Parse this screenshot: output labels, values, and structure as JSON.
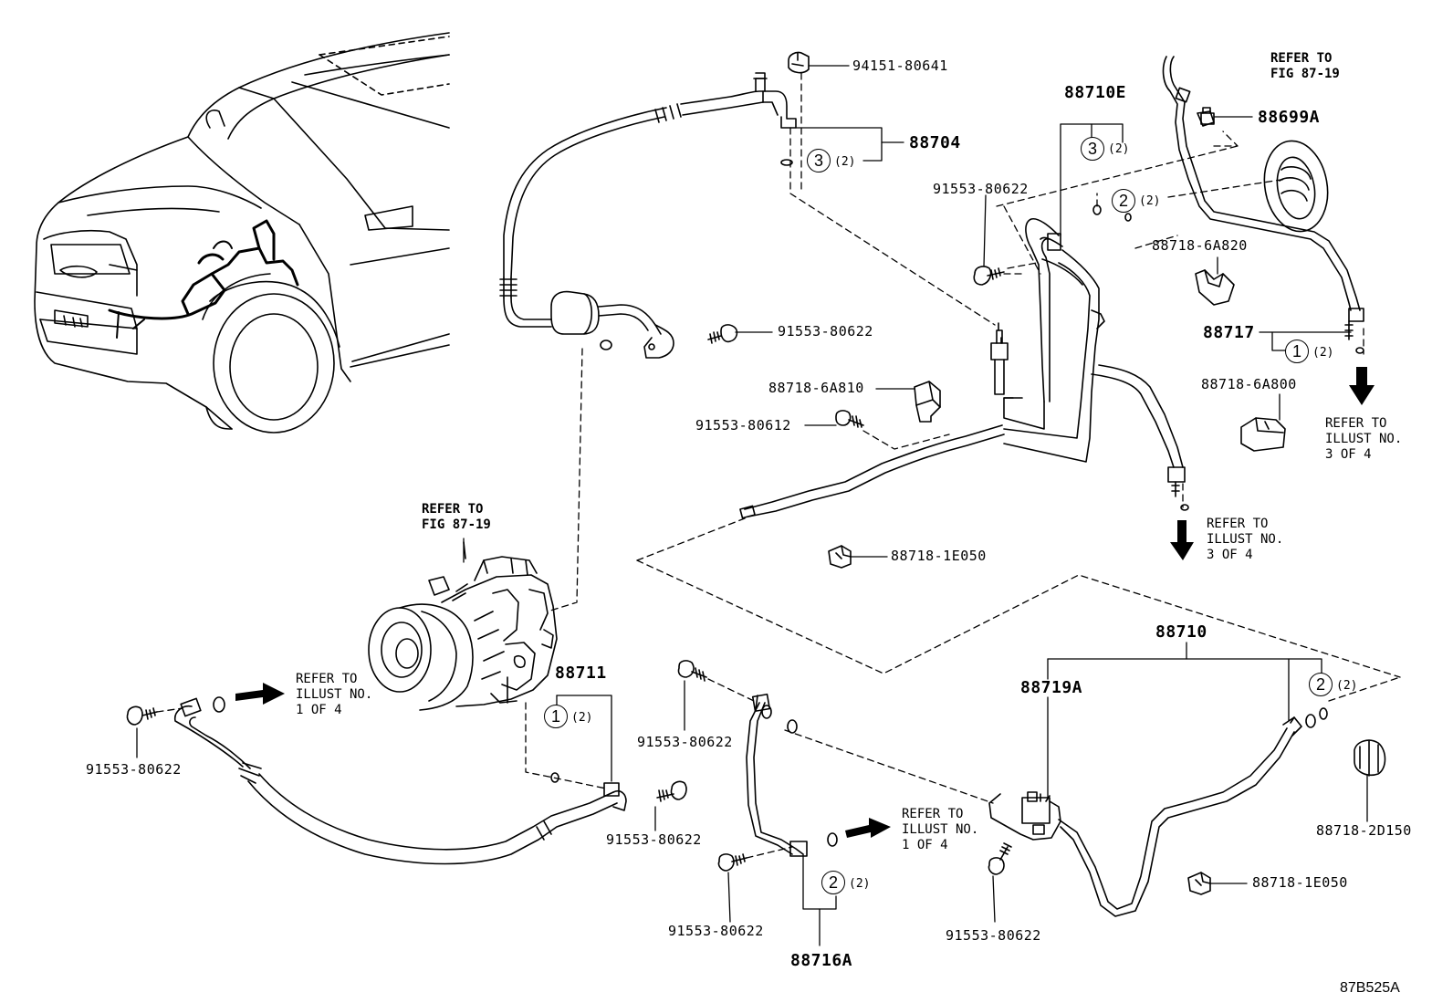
{
  "diagram": {
    "code": "87B525A",
    "part_labels": [
      "94151-80641",
      "88704",
      "88710E",
      "88699A",
      "91553-80622",
      "88718-6A820",
      "88717",
      "91553-80622",
      "88718-6A810",
      "91553-80612",
      "88718-6A800",
      "88718-1E050",
      "88711",
      "91553-80622",
      "91553-80622",
      "88710",
      "88719A",
      "91553-80622",
      "88718-2D150",
      "88718-1E050",
      "91553-80622",
      "88716A",
      "91553-80622"
    ],
    "refer_fig": [
      "REFER TO\nFIG 87-19",
      "REFER TO\nFIG 87-19"
    ],
    "refer_illust": [
      "REFER TO\nILLUST NO.\n3 OF 4",
      "REFER TO\nILLUST NO.\n3 OF 4",
      "REFER TO\nILLUST NO.\n1 OF 4",
      "REFER TO\nILLUST NO.\n1 OF 4"
    ],
    "callouts": [
      {
        "num": "3",
        "qty": "(2)"
      },
      {
        "num": "3",
        "qty": "(2)"
      },
      {
        "num": "2",
        "qty": "(2)"
      },
      {
        "num": "1",
        "qty": "(2)"
      },
      {
        "num": "1",
        "qty": "(2)"
      },
      {
        "num": "2",
        "qty": "(2)"
      },
      {
        "num": "2",
        "qty": "(2)"
      }
    ]
  }
}
